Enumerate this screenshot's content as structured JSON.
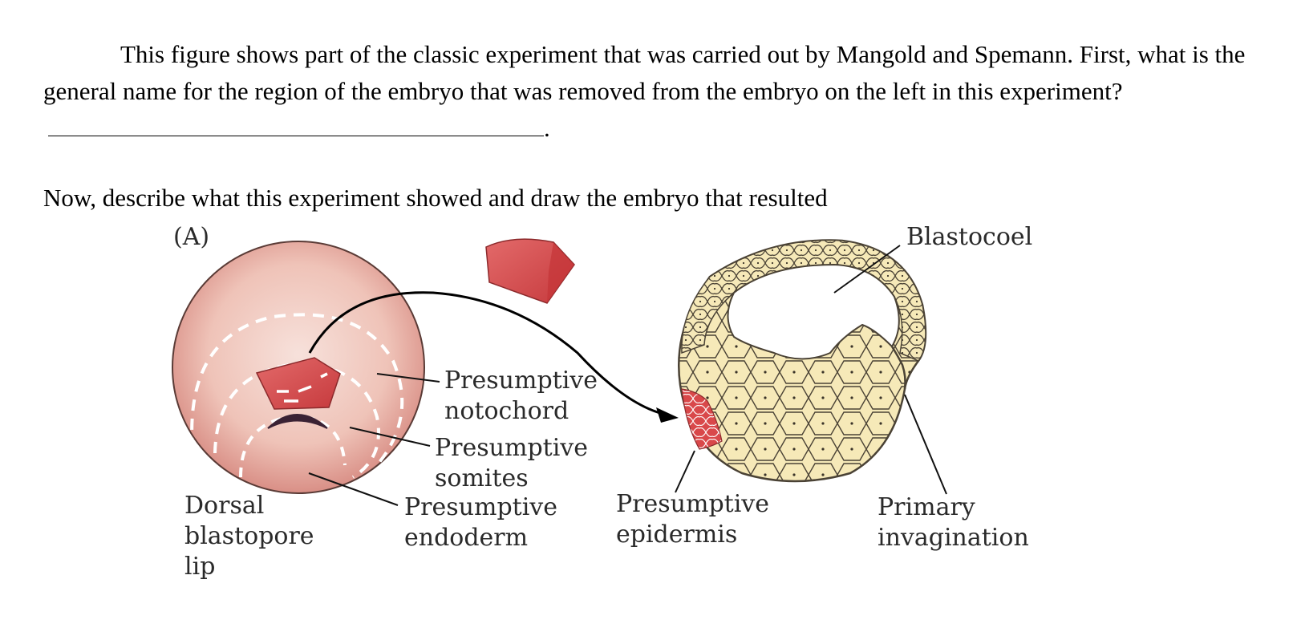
{
  "question": {
    "paragraph_1": "This figure shows part of the classic experiment that was carried out by Mangold and Spemann. First, what is the general name for the region of the embryo that was removed from the embryo on the left in this experiment?",
    "blank_end": ".",
    "paragraph_2": "Now, describe what this experiment showed and draw the embryo that resulted"
  },
  "figure": {
    "panel_label": "(A)",
    "labels": {
      "notochord_1": "Presumptive",
      "notochord_2": "notochord",
      "somites_1": "Presumptive",
      "somites_2": "somites",
      "endoderm_1": "Presumptive",
      "endoderm_2": "endoderm",
      "dorsal_1": "Dorsal",
      "dorsal_2": "blastopore",
      "dorsal_3": "lip",
      "blastocoel": "Blastocoel",
      "epidermis_1": "Presumptive",
      "epidermis_2": "epidermis",
      "invagination_1": "Primary",
      "invagination_2": "invagination"
    },
    "colors": {
      "embryo_pink": "#efc1b6",
      "graft_red": "#d9484a",
      "yolk_cells": "#f6e9b8",
      "cell_outline": "#4a4235"
    }
  }
}
